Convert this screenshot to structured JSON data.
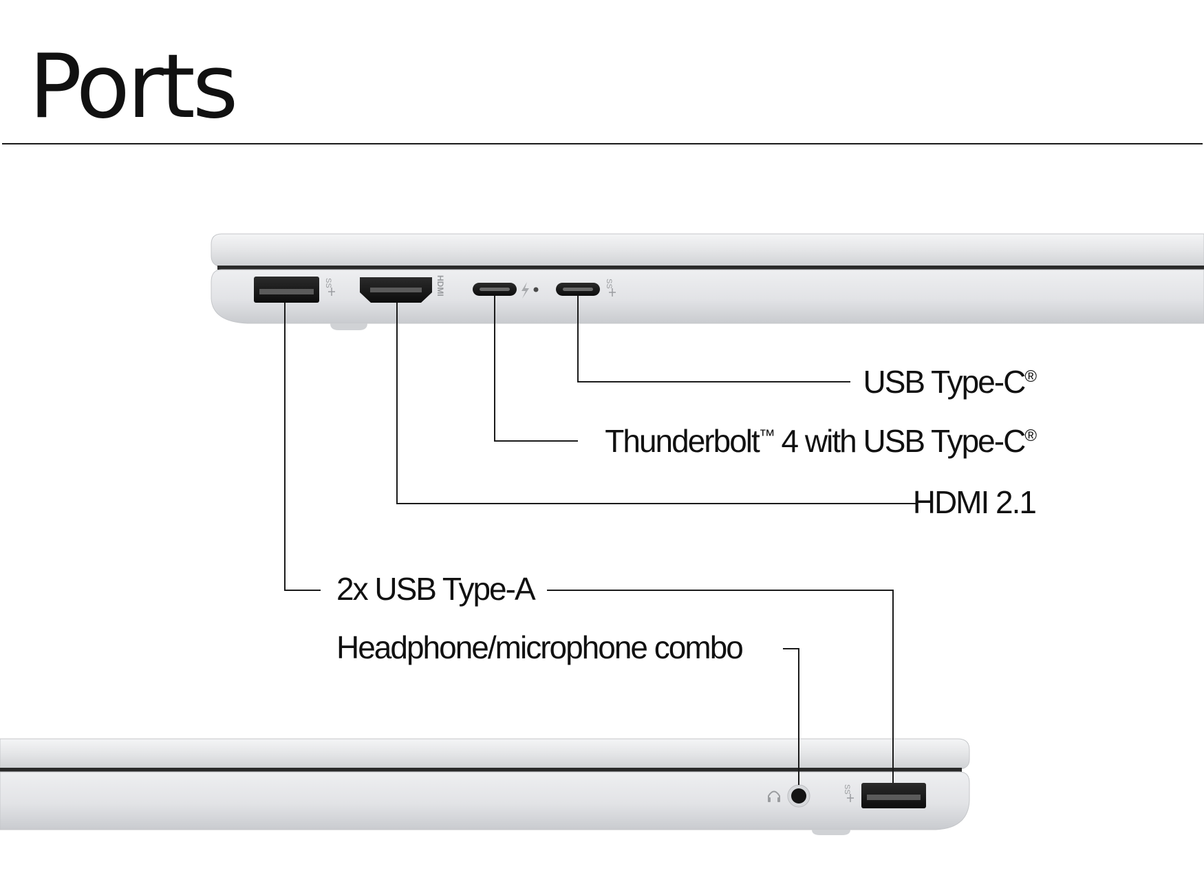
{
  "title": "Ports",
  "labels": {
    "usb_c": {
      "text": "USB Type-C",
      "mark": "®"
    },
    "thunderbolt": {
      "text_a": "Thunderbolt",
      "tm": "™",
      "text_b": " 4 with USB Type-C",
      "mark": "®"
    },
    "hdmi": {
      "text": "HDMI 2.1"
    },
    "usb_a": {
      "text": "2x USB Type-A"
    },
    "headphone": {
      "text": "Headphone/microphone combo"
    }
  },
  "port_markings": {
    "usb_a_left": "SS",
    "hdmi": "HDMI",
    "usb_c_right": "SS",
    "usb_a_right": "SS"
  },
  "icons": [
    "usb-symbol-icon",
    "lightning-bolt-icon",
    "power-dot-icon",
    "headphone-icon"
  ],
  "colors": {
    "text": "#111111",
    "chassis_light": "#e6e7e9",
    "chassis_mid": "#d2d4d7",
    "port_dark": "#1a1a1a"
  }
}
